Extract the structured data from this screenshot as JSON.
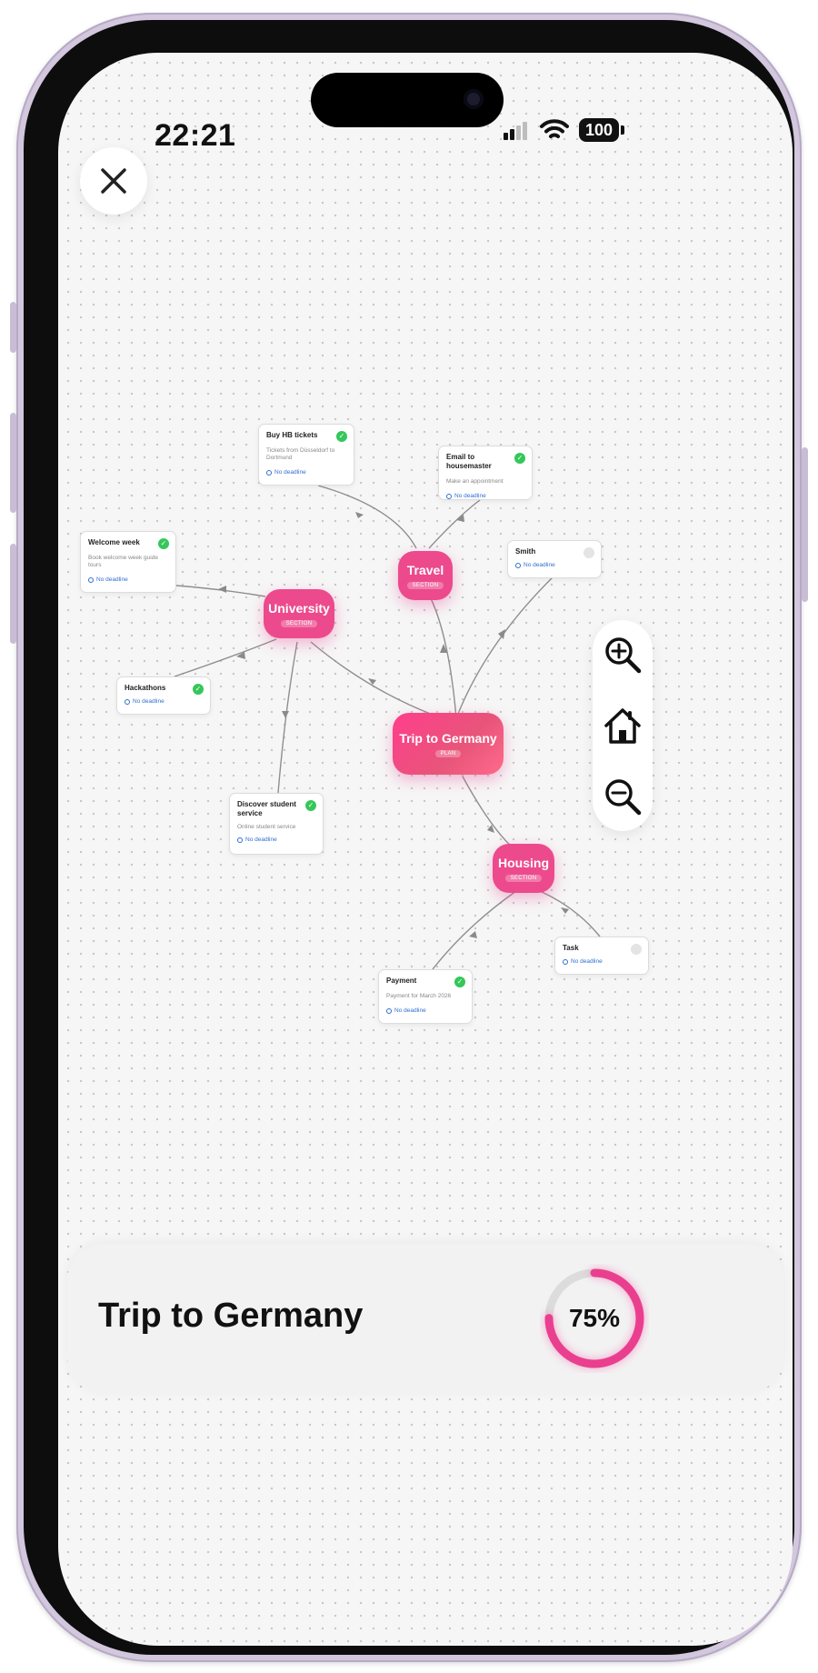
{
  "status_bar": {
    "time": "22:21",
    "battery": "100"
  },
  "map_title": "Trip to Germany",
  "progress": {
    "percent": 75,
    "label": "75%"
  },
  "colors": {
    "accent": "#e8408f",
    "check": "#34c759",
    "deadline": "#2f6ed1"
  },
  "icons": {
    "close": "close-icon",
    "zoom_in": "zoom-in-icon",
    "home": "home-icon",
    "zoom_out": "zoom-out-icon"
  },
  "nodes": {
    "root": {
      "label": "Trip to Germany",
      "tag": "PLAN"
    },
    "travel": {
      "label": "Travel",
      "tag": "SECTION"
    },
    "university": {
      "label": "University",
      "tag": "SECTION"
    },
    "housing": {
      "label": "Housing",
      "tag": "SECTION"
    }
  },
  "tasks": {
    "buy_hb_tickets": {
      "title": "Buy HB tickets",
      "desc": "Tickets from Düsseldorf to Dortmund",
      "deadline": "No deadline",
      "done": true
    },
    "email_housemaster": {
      "title": "Email to housemaster",
      "desc": "Make an appointment",
      "deadline": "No deadline",
      "done": true
    },
    "smith": {
      "title": "Smith",
      "deadline": "No deadline",
      "done": false
    },
    "welcome_week": {
      "title": "Welcome week",
      "desc": "Book welcome week guide tours",
      "deadline": "No deadline",
      "done": true
    },
    "hackathons": {
      "title": "Hackathons",
      "deadline": "No deadline",
      "done": true
    },
    "student_service": {
      "title": "Discover student service",
      "desc": "Online student service",
      "deadline": "No deadline",
      "done": true
    },
    "task": {
      "title": "Task",
      "deadline": "No deadline",
      "done": false
    },
    "payment": {
      "title": "Payment",
      "desc": "Payment for March 2026",
      "deadline": "No deadline",
      "done": true
    }
  }
}
